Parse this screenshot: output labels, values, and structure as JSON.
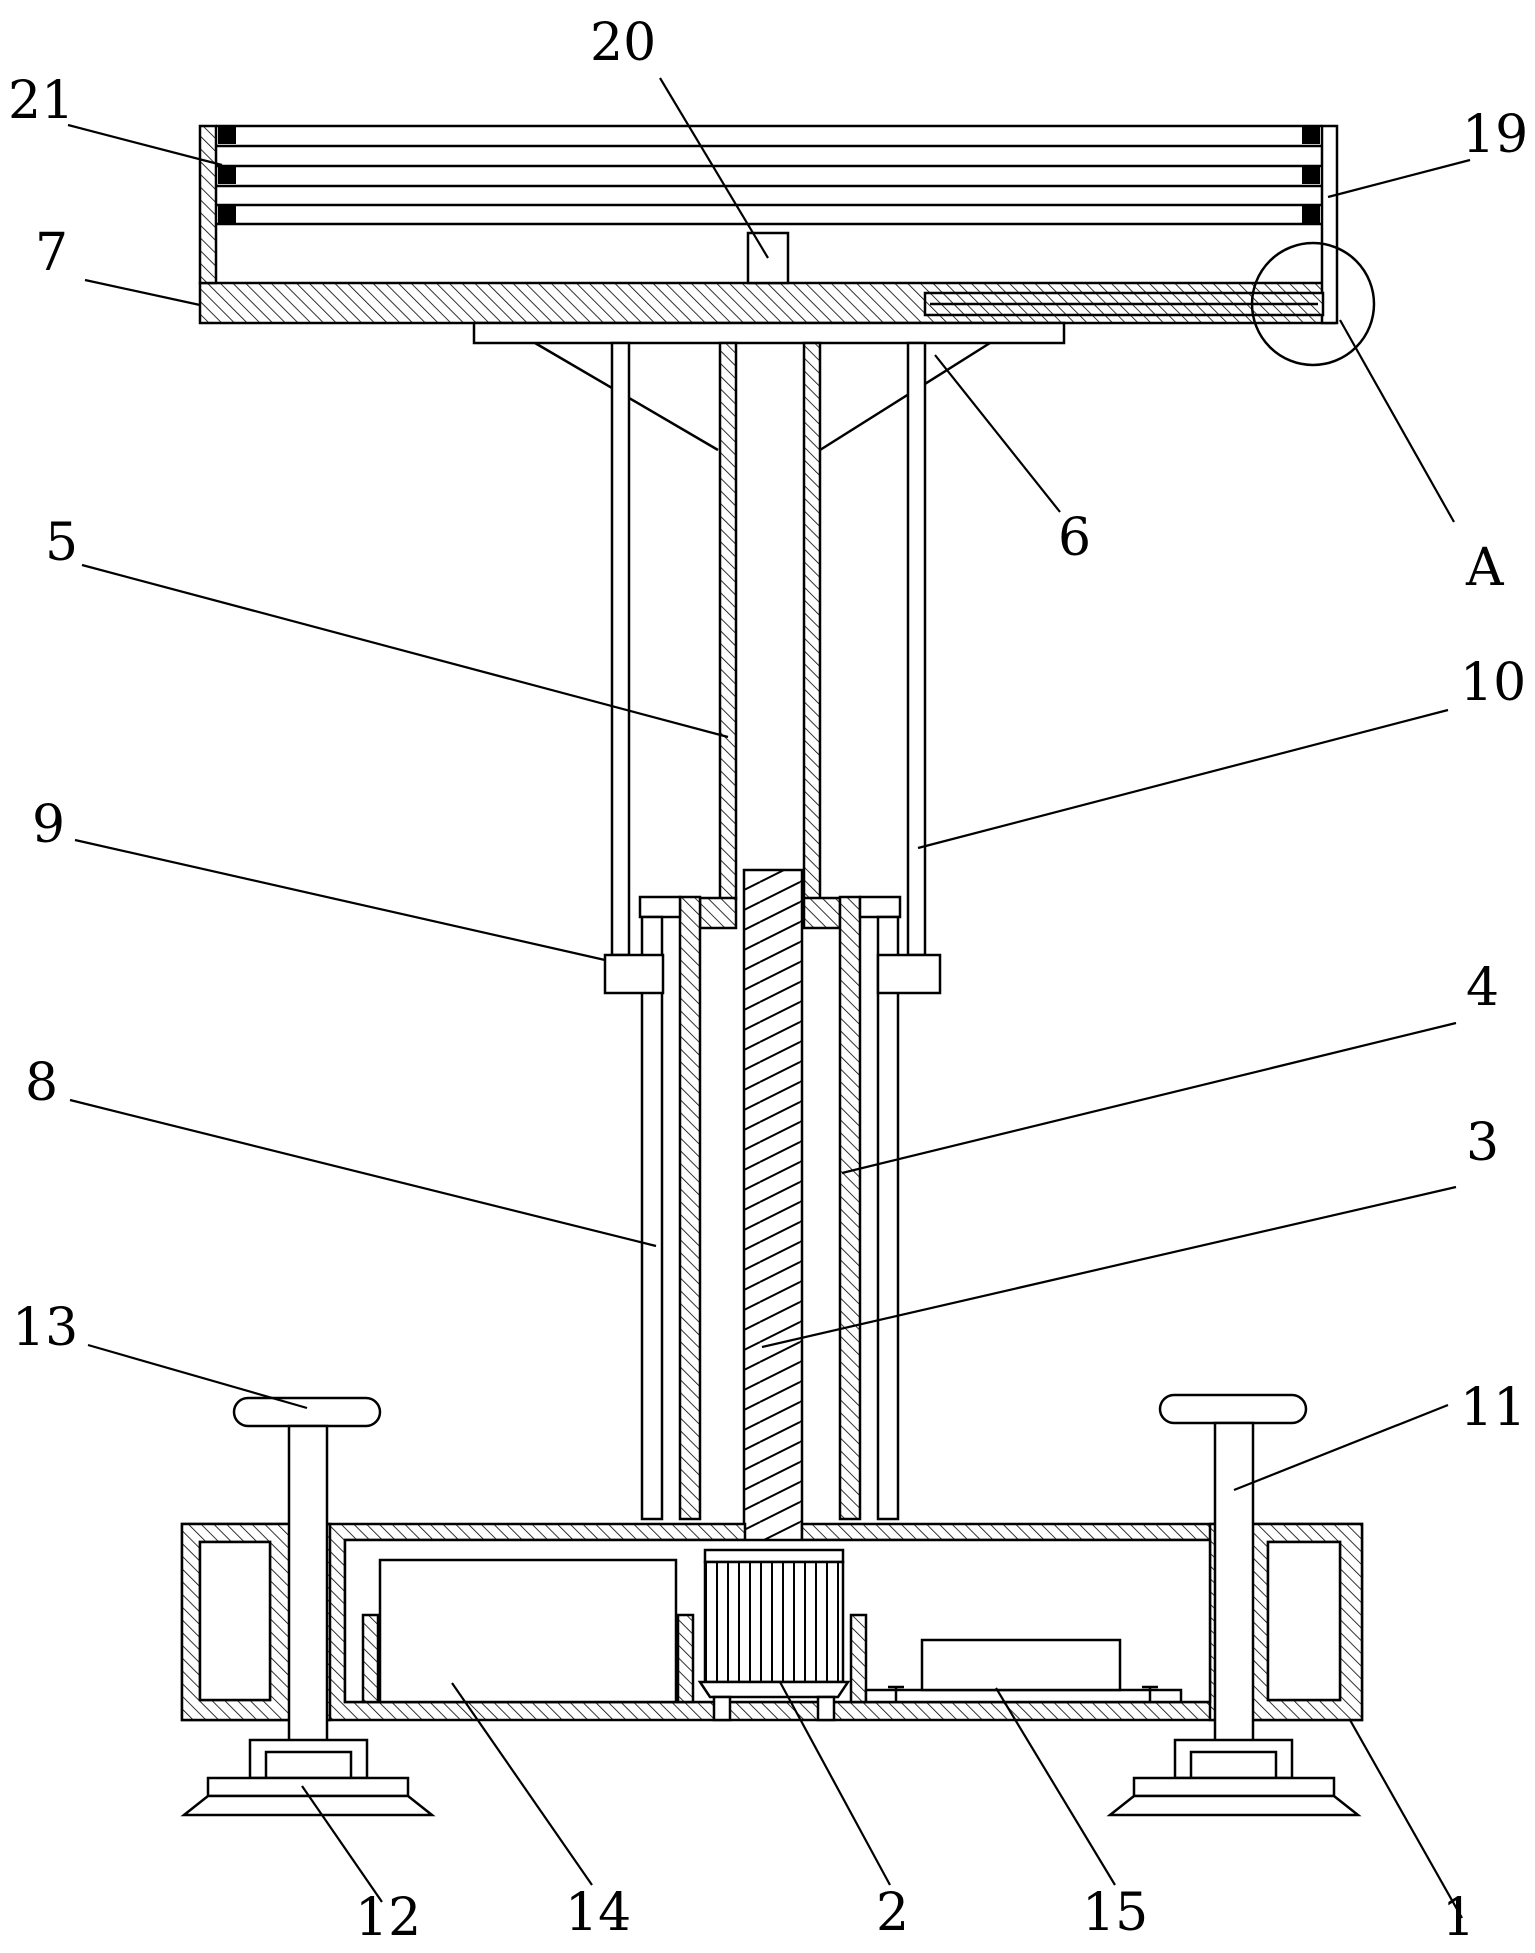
{
  "diagram": {
    "labels": [
      {
        "id": "21",
        "text": "21"
      },
      {
        "id": "20",
        "text": "20"
      },
      {
        "id": "19",
        "text": "19"
      },
      {
        "id": "7",
        "text": "7"
      },
      {
        "id": "A",
        "text": "A"
      },
      {
        "id": "6",
        "text": "6"
      },
      {
        "id": "5",
        "text": "5"
      },
      {
        "id": "10",
        "text": "10"
      },
      {
        "id": "9",
        "text": "9"
      },
      {
        "id": "4",
        "text": "4"
      },
      {
        "id": "8",
        "text": "8"
      },
      {
        "id": "3",
        "text": "3"
      },
      {
        "id": "13",
        "text": "13"
      },
      {
        "id": "11",
        "text": "11"
      },
      {
        "id": "1",
        "text": "1"
      },
      {
        "id": "12",
        "text": "12"
      },
      {
        "id": "14",
        "text": "14"
      },
      {
        "id": "2",
        "text": "2"
      },
      {
        "id": "15",
        "text": "15"
      }
    ]
  }
}
